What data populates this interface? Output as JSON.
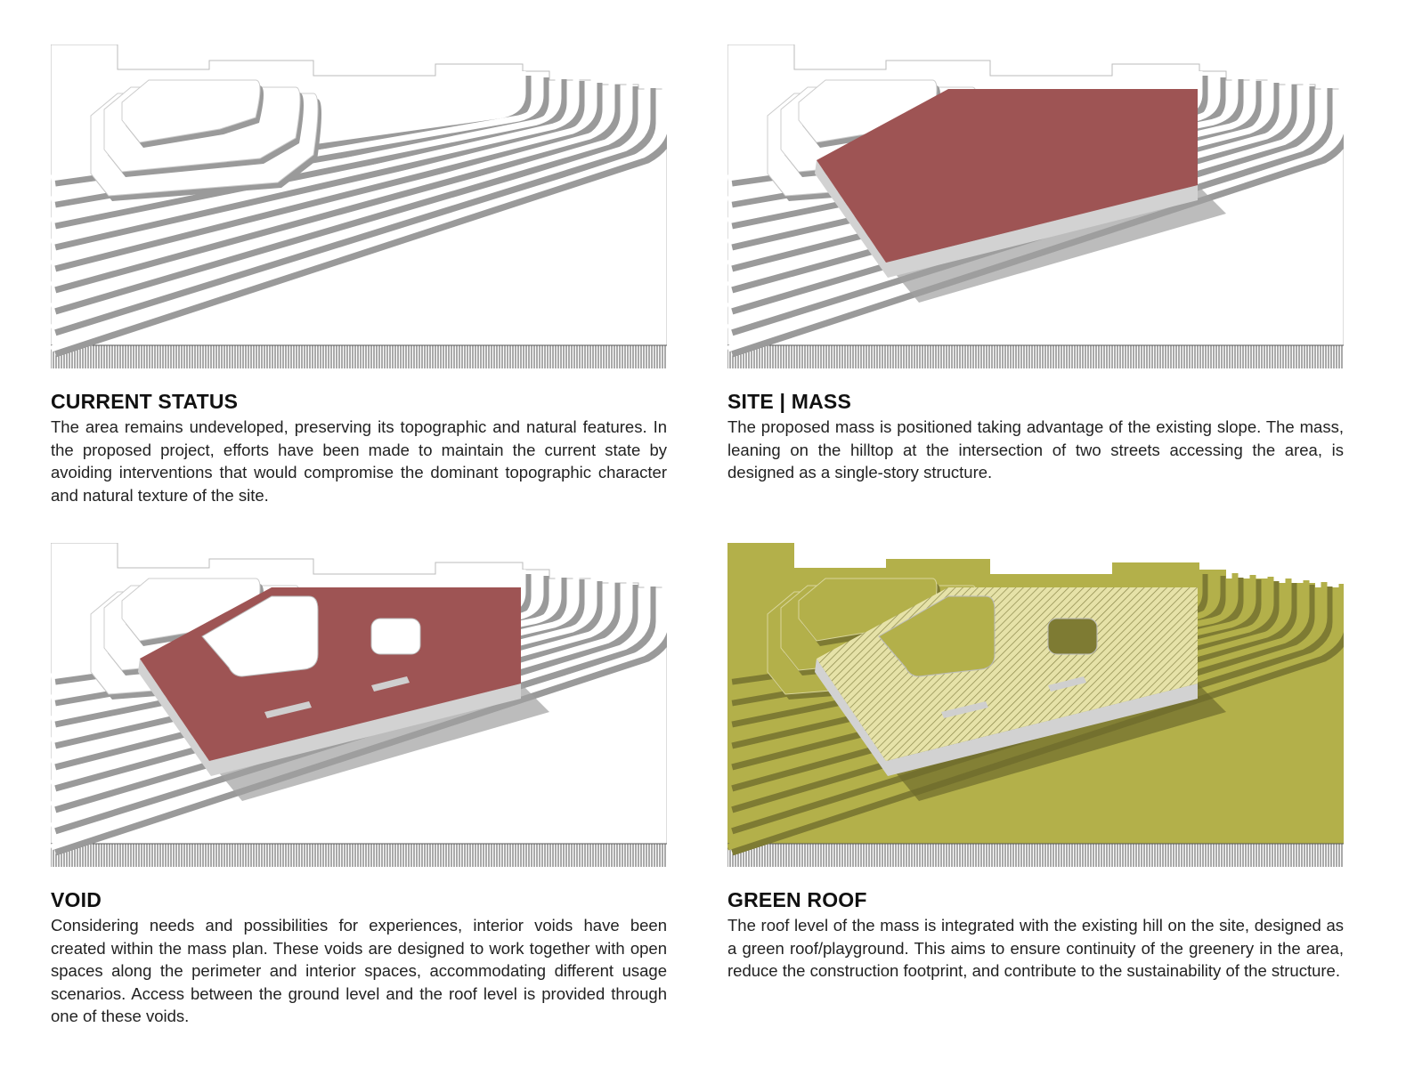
{
  "colors": {
    "mass_red": "#9e5454",
    "green": "#b3b04a",
    "contour_shadow": "#9a9a9a",
    "hatch_base": "#e6e2a8"
  },
  "panels": [
    {
      "variant": "current",
      "title": "CURRENT STATUS",
      "body": "The area remains undeveloped, preserving its topographic and natural features. In the proposed project, efforts have been made to maintain the current state by avoiding interventions that would compromise the dominant topographic character and natural texture of the site."
    },
    {
      "variant": "mass",
      "title": "SITE | MASS",
      "body": "The proposed mass is positioned taking advantage of the existing slope. The mass, leaning on the hilltop at the intersection of two streets accessing the area, is designed as a single-story structure."
    },
    {
      "variant": "void",
      "title": "VOID",
      "body": "Considering needs and possibilities for experiences, interior voids have been created within the mass plan. These voids are designed to work together with open spaces along the perimeter and interior spaces, accommodating different usage scenarios. Access between the ground level and the roof level is provided through one of these voids."
    },
    {
      "variant": "green",
      "title": "GREEN ROOF",
      "body": "The roof level of the mass is integrated with the existing hill on the site, designed as a green roof/playground. This aims to ensure continuity of the greenery in the area, reduce the construction footprint, and contribute to the sustainability of the structure."
    }
  ]
}
